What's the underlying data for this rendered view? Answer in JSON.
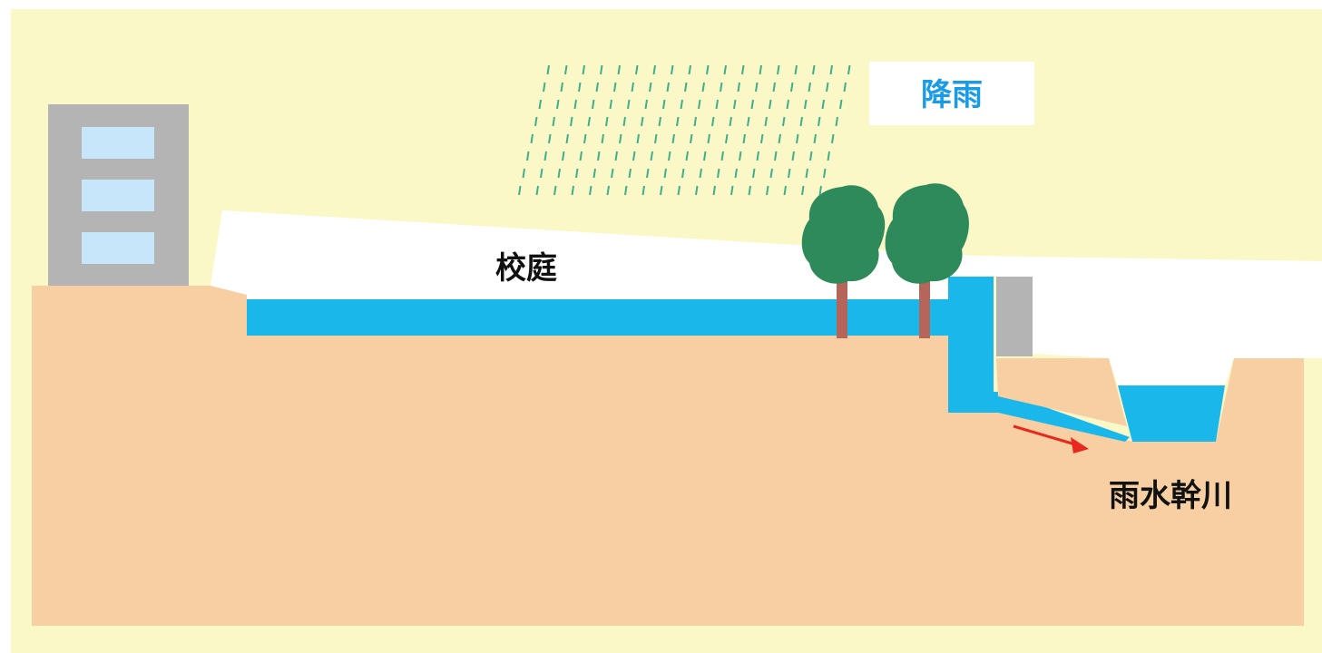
{
  "labels": {
    "rain": "降雨",
    "schoolyard": "校庭",
    "storm_drain_trunk": "雨水幹川"
  },
  "colors": {
    "sky": "#fbf8c8",
    "ground": "#f7cfa2",
    "water": "#1ab7ea",
    "snow_white": "#ffffff",
    "building": "#b4b4b4",
    "window": "#c8e6fa",
    "tree_foliage": "#2e8a5a",
    "tree_trunk": "#b5655a",
    "rain_drops": "#3fae8a",
    "flow_arrow": "#e8281e",
    "rain_label": "#1a9be6",
    "text_dark": "#111111"
  },
  "icons": {
    "building": "school-building-icon",
    "tree": "tree-icon",
    "arrow": "flow-arrow-icon"
  }
}
